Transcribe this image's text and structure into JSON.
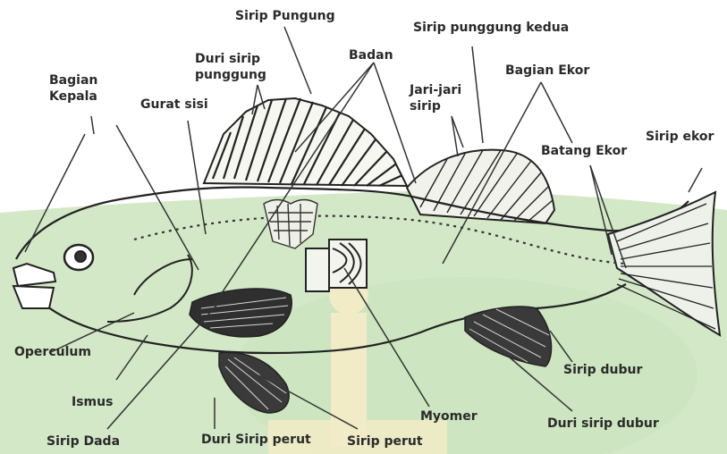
{
  "labels": {
    "sirip_pungung": "Sirip Pungung",
    "sirip_punggung_kedua": "Sirip punggung kedua",
    "duri_sirip_punggung": "Duri sirip punggung",
    "badan": "Badan",
    "bagian_ekor": "Bagian Ekor",
    "bagian_kepala": "Bagian Kepala",
    "gurat_sisi": "Gurat sisi",
    "jari_jari_sirip": "Jari-jari sirip",
    "batang_ekor": "Batang Ekor",
    "sirip_ekor": "Sirip ekor",
    "operculum": "Operculum",
    "ismus": "Ismus",
    "sirip_dada": "Sirip Dada",
    "duri_sirip_perut": "Duri Sirip perut",
    "sirip_perut": "Sirip perut",
    "myomer": "Myomer",
    "duri_sirip_dubur": "Duri sirip dubur",
    "sirip_dubur": "Sirip dubur"
  },
  "colors": {
    "background": "#ffffff",
    "watermark_green": "#cfe6c3",
    "watermark_yellow": "#f3ecc8",
    "ink": "#2a2a2a"
  }
}
